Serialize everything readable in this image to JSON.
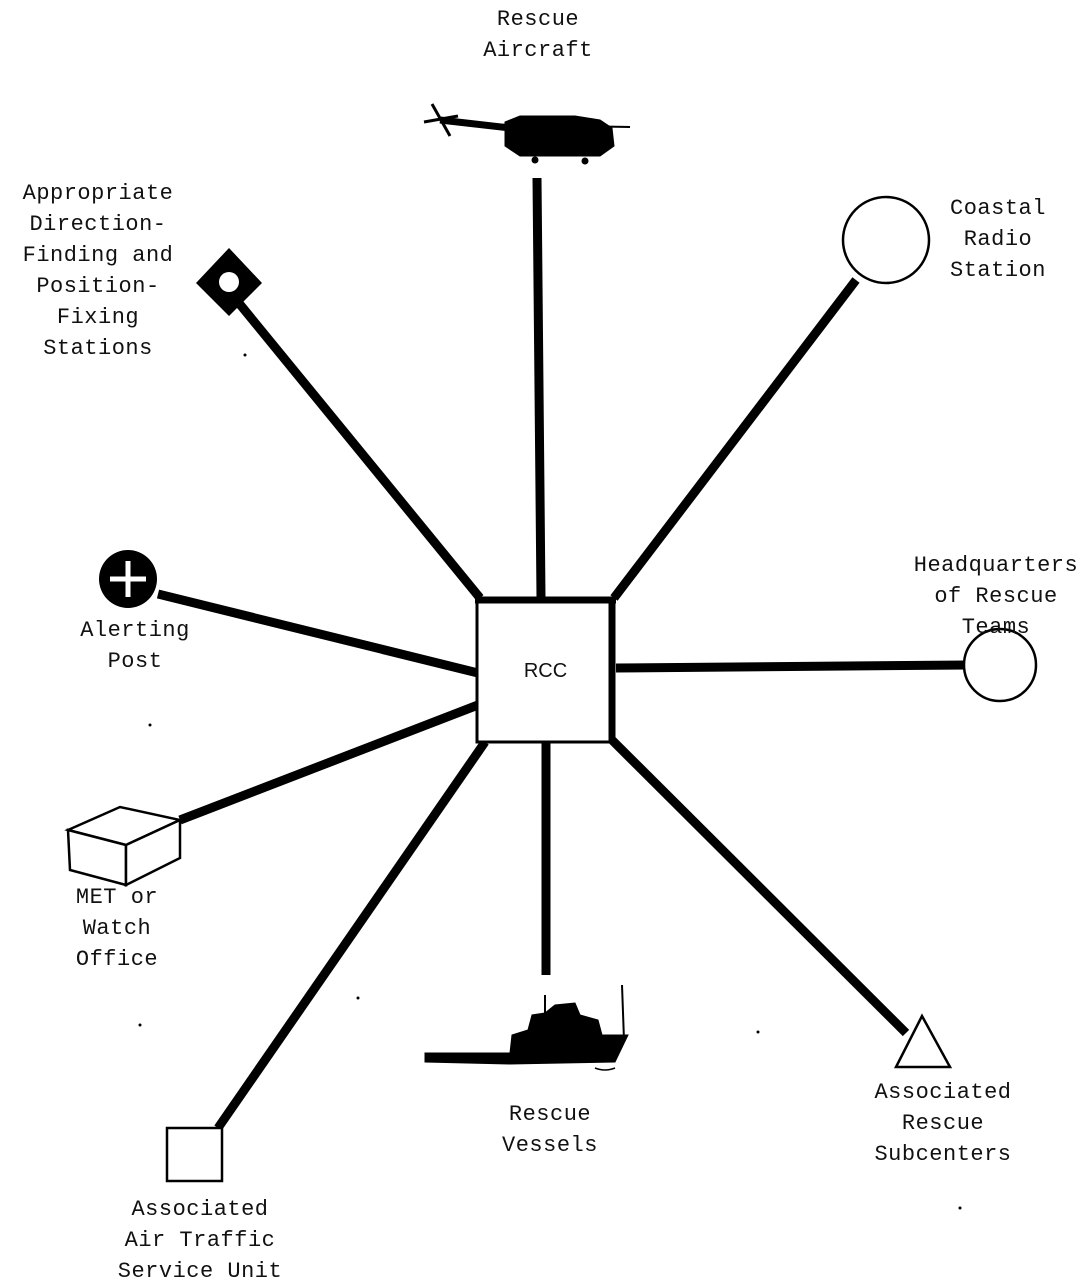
{
  "center": {
    "label": "RCC"
  },
  "nodes": {
    "rescue_aircraft": {
      "label": "Rescue\nAircraft",
      "icon": "helicopter-icon"
    },
    "direction_finding": {
      "label": "Appropriate\nDirection-\nFinding and\nPosition-\nFixing\nStations",
      "icon": "diamond-station-icon"
    },
    "coastal_radio": {
      "label": "Coastal\nRadio\nStation",
      "icon": "circle-icon"
    },
    "headquarters": {
      "label": "Headquarters\nof Rescue\nTeams",
      "icon": "circle-icon"
    },
    "alerting_post": {
      "label": "Alerting\nPost",
      "icon": "cross-circle-icon"
    },
    "met_office": {
      "label": "MET or\nWatch\nOffice",
      "icon": "box-icon"
    },
    "air_traffic": {
      "label": "Associated\nAir Traffic\nService Unit",
      "icon": "square-icon"
    },
    "rescue_vessels": {
      "label": "Rescue\nVessels",
      "icon": "ship-icon"
    },
    "subcenters": {
      "label": "Associated\nRescue\nSubcenters",
      "icon": "triangle-icon"
    }
  }
}
